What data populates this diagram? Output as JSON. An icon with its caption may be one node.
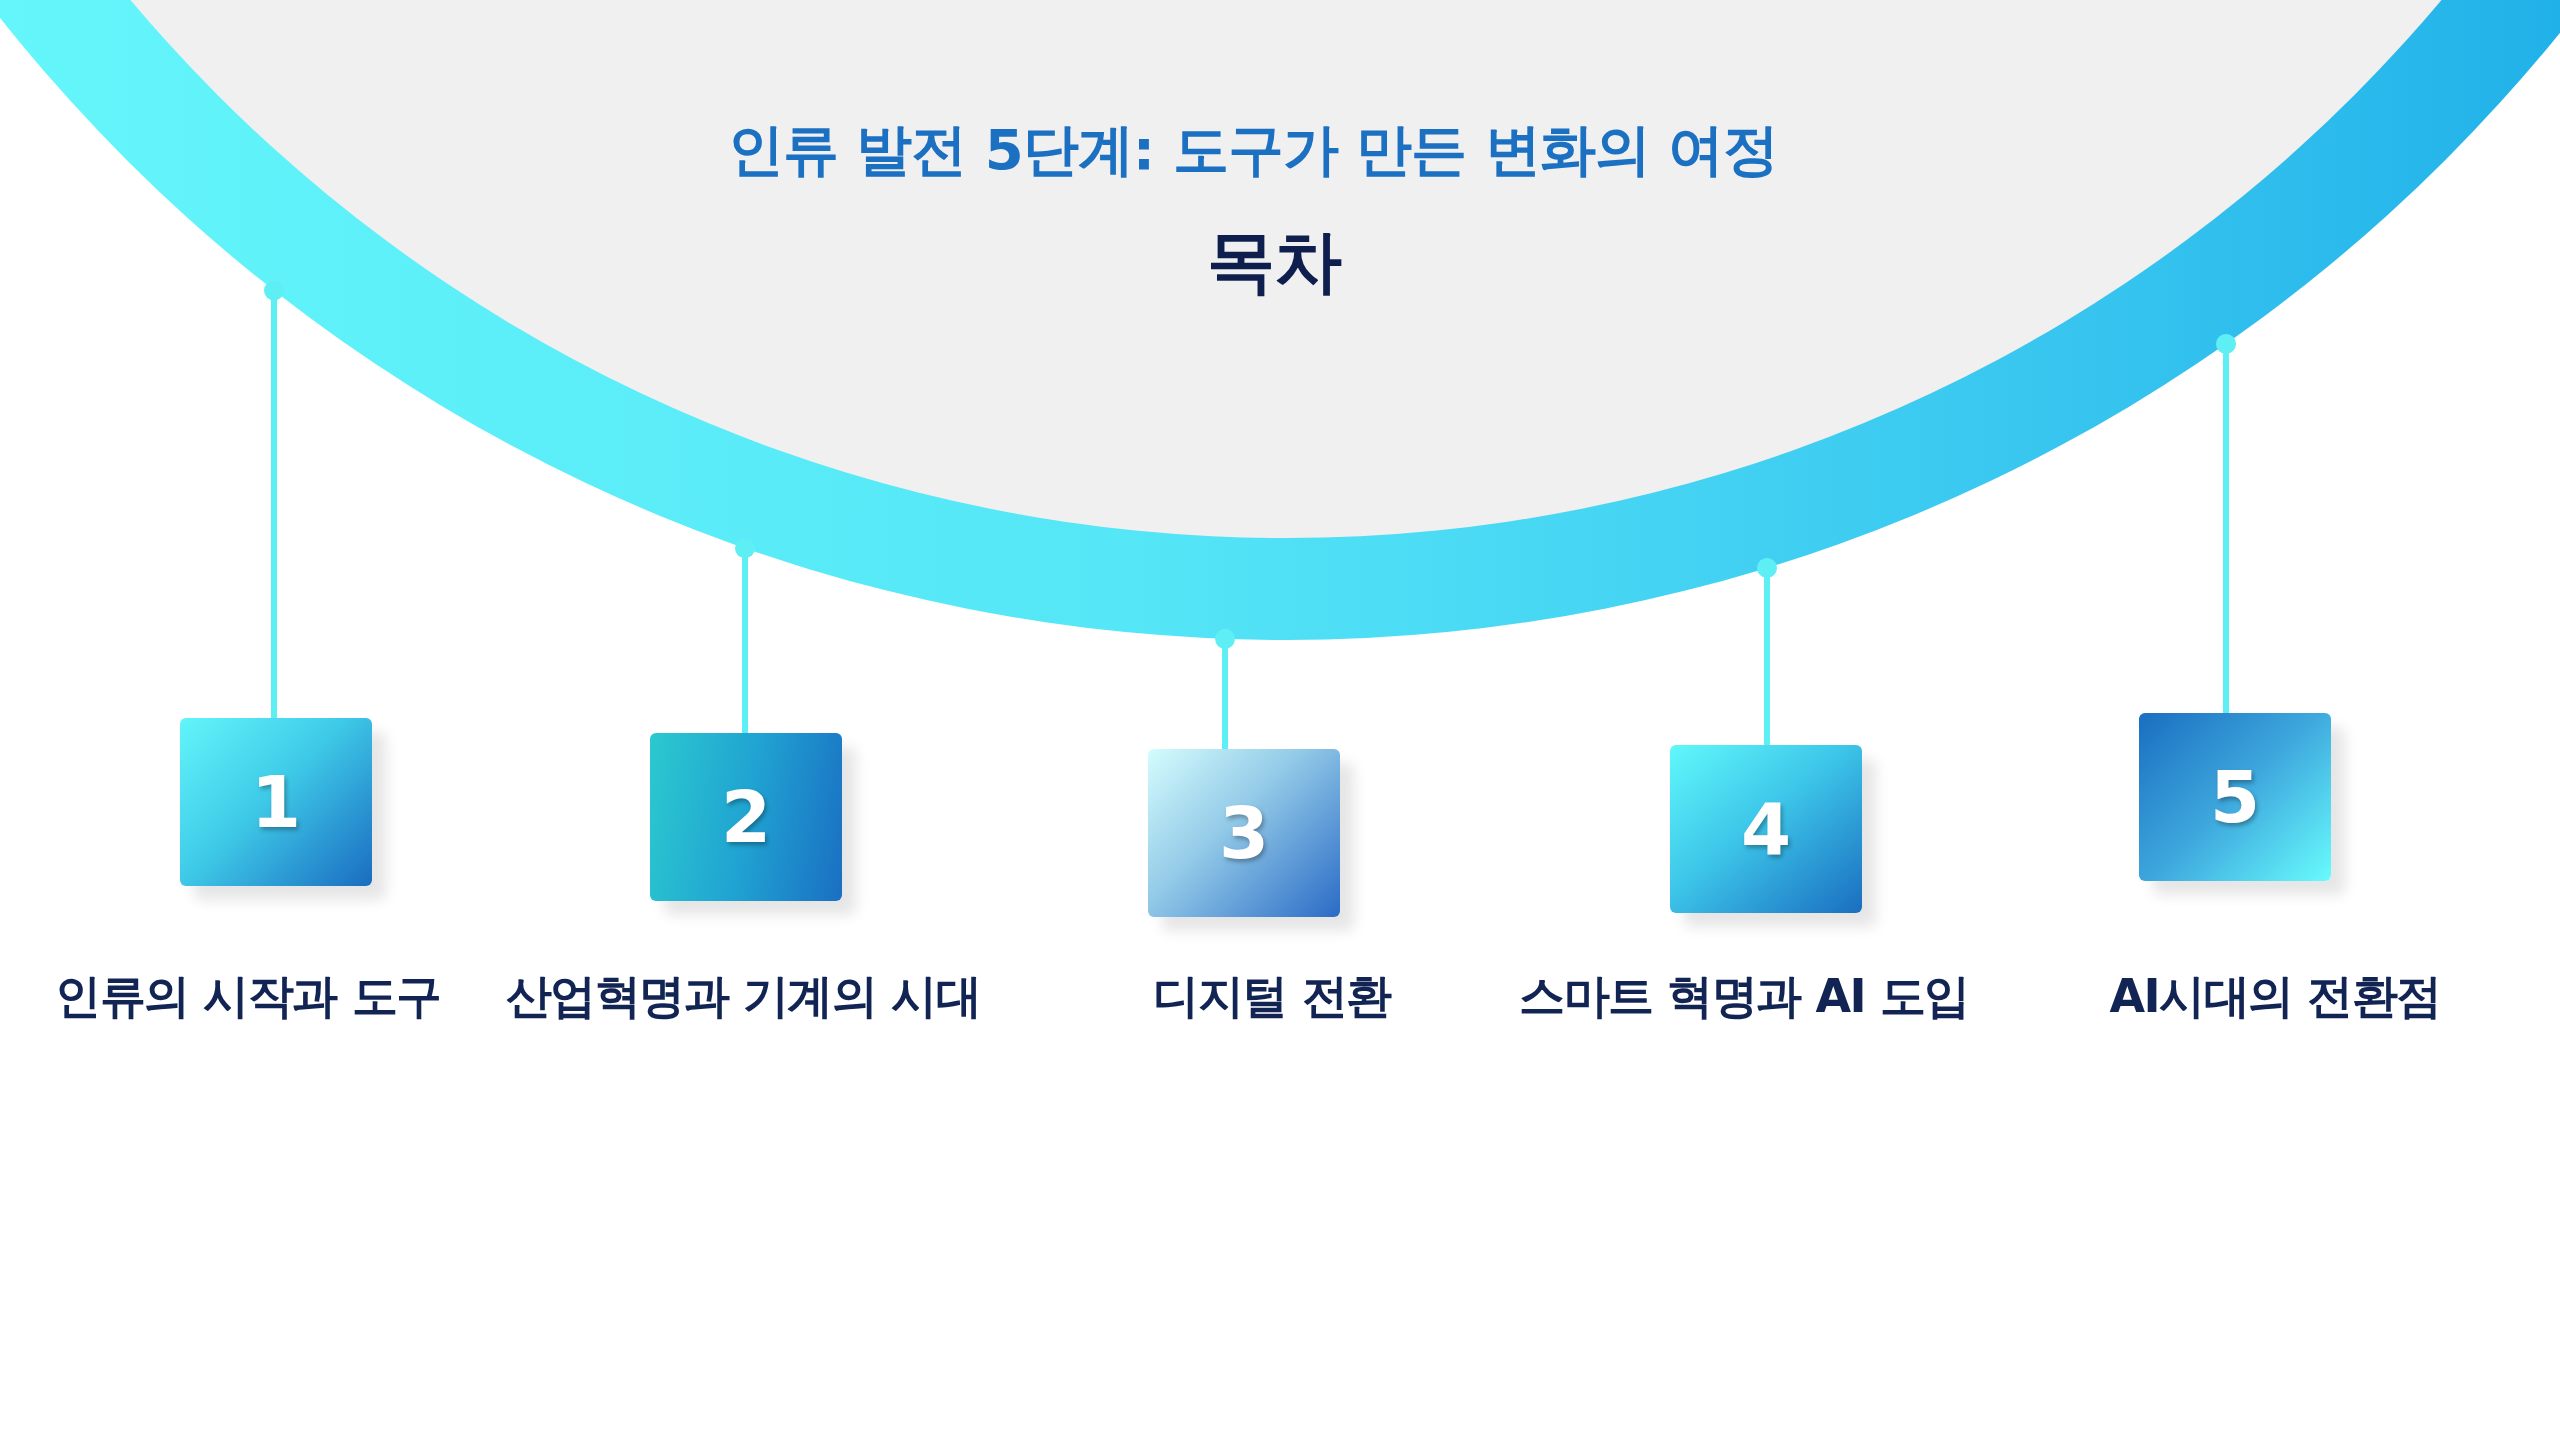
{
  "diagram": {
    "nodes": [
      {
        "text": [
          "인류 발전 5단계: 도구가 만든 변화의 여정",
          "목차"
        ]
      },
      {
        "text": [
          "1"
        ],
        "beside": [
          "인류의 시작과 도구"
        ]
      },
      {
        "text": [
          "2"
        ],
        "beside": [
          "산업혁명과 기계의 시대"
        ]
      },
      {
        "text": [
          "3"
        ],
        "beside": [
          "디지털 전환"
        ]
      },
      {
        "text": [
          "4"
        ],
        "beside": [
          "스마트 혁명과 AI 도입"
        ]
      },
      {
        "text": [
          "5"
        ],
        "beside": [
          "AI시대의 전환점"
        ]
      }
    ],
    "edges": [
      {
        "from": 0,
        "to": 1,
        "arrow": "other"
      },
      {
        "from": 0,
        "to": 2,
        "arrow": "other"
      },
      {
        "from": 0,
        "to": 3,
        "arrow": "other"
      },
      {
        "from": 0,
        "to": 4,
        "arrow": "other"
      },
      {
        "from": 0,
        "to": 5,
        "arrow": "other"
      }
    ]
  }
}
